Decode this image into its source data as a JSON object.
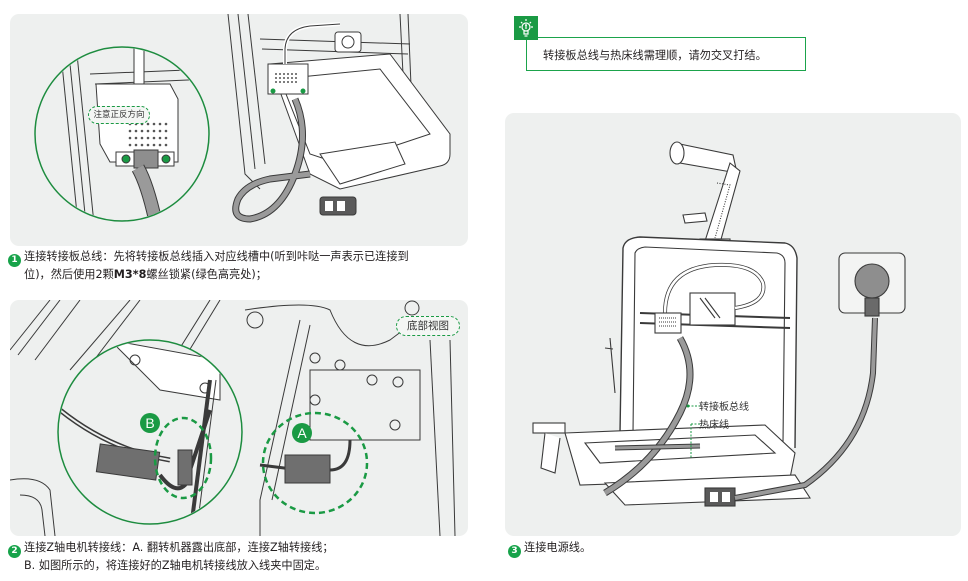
{
  "tip": {
    "icon": "lightbulb-icon",
    "text": "转接板总线与热床线需理顺，请勿交叉打结。",
    "color": "#1a9a44"
  },
  "step1": {
    "number": "1",
    "caption_line1_a": "连接转接板总线：先将转接板总线插入对应线槽中(听到咔哒一声表示已连接到",
    "caption_line2_a": "位)，然后使用2颗",
    "caption_line2_bold": "M3*8",
    "caption_line2_b": "螺丝锁紧(绿色高亮处)；",
    "callout": "注意正反方向"
  },
  "step2": {
    "number": "2",
    "caption_line1": "连接Z轴电机转接线：A. 翻转机器露出底部，连接Z轴转接线；",
    "caption_line2": "B. 如图所示的，将连接好的Z轴电机转接线放入线夹中固定。",
    "callout": "底部视图",
    "badge_a": "A",
    "badge_b": "B"
  },
  "step3": {
    "number": "3",
    "caption": "连接电源线。",
    "label_adapter_cable": "转接板总线",
    "label_hotbed_cable": "热床线"
  },
  "colors": {
    "accent": "#17a34a",
    "panel_bg": "#eef0ef",
    "line": "#3a3a3a",
    "cable": "#8e8e8e"
  }
}
